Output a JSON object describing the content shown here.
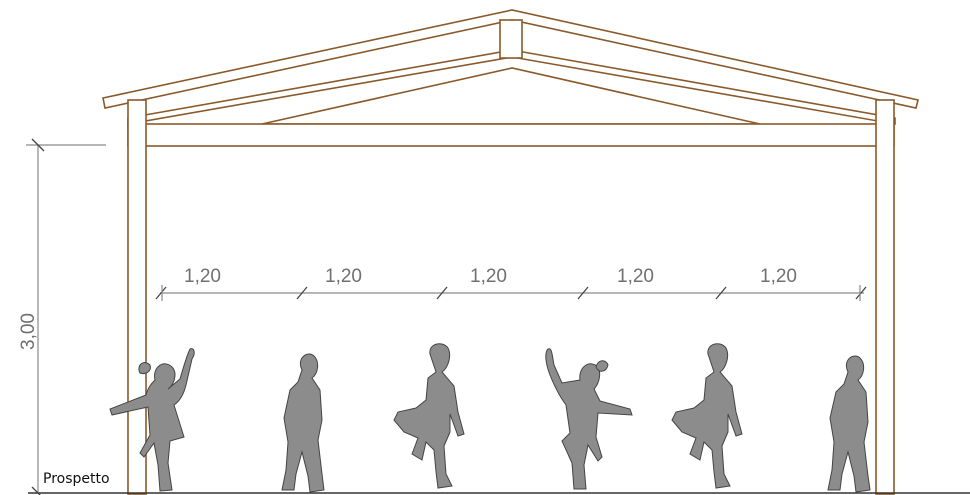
{
  "drawing": {
    "label": "Prospetto",
    "height_dimension": "3,00",
    "spacing_dimensions": [
      "1,20",
      "1,20",
      "1,20",
      "1,20",
      "1,20"
    ],
    "figure_count": 6,
    "colors": {
      "wood": "#8a5a2b",
      "dimension": "#8a8a8a",
      "figure": "#8c8c8c"
    }
  }
}
